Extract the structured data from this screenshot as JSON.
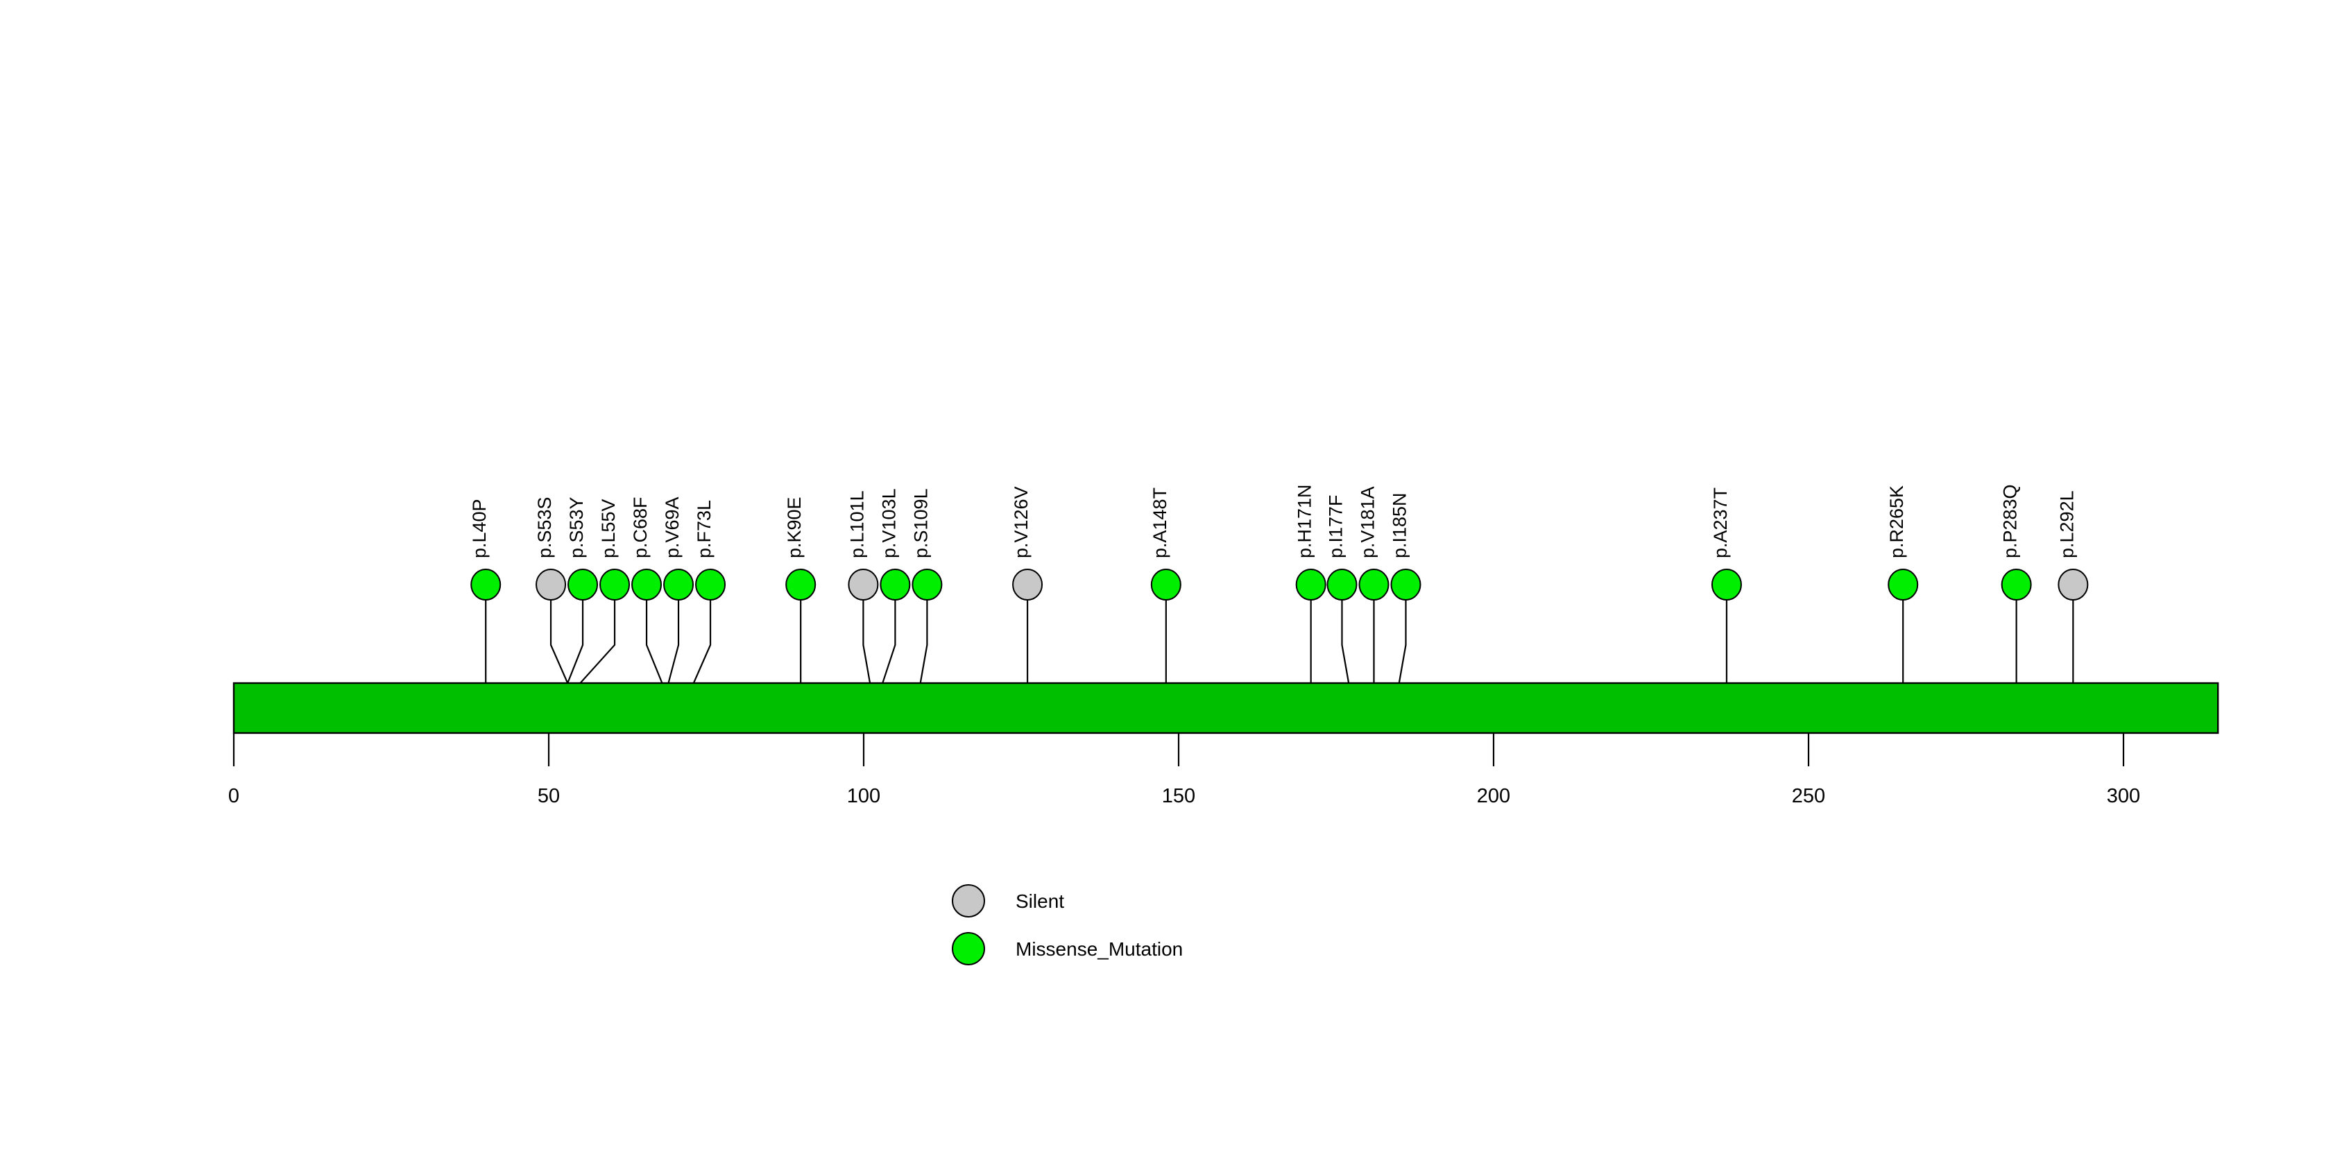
{
  "chart_data": {
    "type": "lollipop",
    "title": "",
    "xlabel": "",
    "ylabel": "",
    "xlim": [
      0,
      315
    ],
    "protein_length": 315,
    "axis": {
      "ticks": [
        0,
        50,
        100,
        150,
        200,
        250,
        300
      ],
      "tick_labels": [
        "0",
        "50",
        "100",
        "150",
        "200",
        "250",
        "300"
      ]
    },
    "backbone": {
      "color": "#00BF00",
      "border": "#000000",
      "start": 0,
      "end": 315
    },
    "categories": [
      "Silent",
      "Missense_Mutation"
    ],
    "colors": {
      "Silent": "#C8C8C8",
      "Missense_Mutation": "#00EE00",
      "backbone": "#00BF00",
      "outline": "#000000",
      "text": "#000000",
      "background": "#FFFFFF"
    },
    "mutations": [
      {
        "label": "p.L40P",
        "position": 40,
        "type": "Missense_Mutation",
        "count": 1
      },
      {
        "label": "p.S53S",
        "position": 53,
        "type": "Silent",
        "count": 1
      },
      {
        "label": "p.S53Y",
        "position": 53,
        "type": "Missense_Mutation",
        "count": 1
      },
      {
        "label": "p.L55V",
        "position": 55,
        "type": "Missense_Mutation",
        "count": 1
      },
      {
        "label": "p.C68F",
        "position": 68,
        "type": "Missense_Mutation",
        "count": 1
      },
      {
        "label": "p.V69A",
        "position": 69,
        "type": "Missense_Mutation",
        "count": 1
      },
      {
        "label": "p.F73L",
        "position": 73,
        "type": "Missense_Mutation",
        "count": 1
      },
      {
        "label": "p.K90E",
        "position": 90,
        "type": "Missense_Mutation",
        "count": 1
      },
      {
        "label": "p.L101L",
        "position": 101,
        "type": "Silent",
        "count": 1
      },
      {
        "label": "p.V103L",
        "position": 103,
        "type": "Missense_Mutation",
        "count": 1
      },
      {
        "label": "p.S109L",
        "position": 109,
        "type": "Missense_Mutation",
        "count": 1
      },
      {
        "label": "p.V126V",
        "position": 126,
        "type": "Silent",
        "count": 1
      },
      {
        "label": "p.A148T",
        "position": 148,
        "type": "Missense_Mutation",
        "count": 1
      },
      {
        "label": "p.H171N",
        "position": 171,
        "type": "Missense_Mutation",
        "count": 1
      },
      {
        "label": "p.I177F",
        "position": 177,
        "type": "Missense_Mutation",
        "count": 1
      },
      {
        "label": "p.V181A",
        "position": 181,
        "type": "Missense_Mutation",
        "count": 1
      },
      {
        "label": "p.I185N",
        "position": 185,
        "type": "Missense_Mutation",
        "count": 1
      },
      {
        "label": "p.A237T",
        "position": 237,
        "type": "Missense_Mutation",
        "count": 1
      },
      {
        "label": "p.R265K",
        "position": 265,
        "type": "Missense_Mutation",
        "count": 1
      },
      {
        "label": "p.P283Q",
        "position": 283,
        "type": "Missense_Mutation",
        "count": 1
      },
      {
        "label": "p.L292L",
        "position": 292,
        "type": "Silent",
        "count": 1
      }
    ],
    "legend": {
      "position": "bottom-center",
      "entries": [
        {
          "label": "Silent",
          "color": "#C8C8C8"
        },
        {
          "label": "Missense_Mutation",
          "color": "#00EE00"
        }
      ]
    }
  }
}
